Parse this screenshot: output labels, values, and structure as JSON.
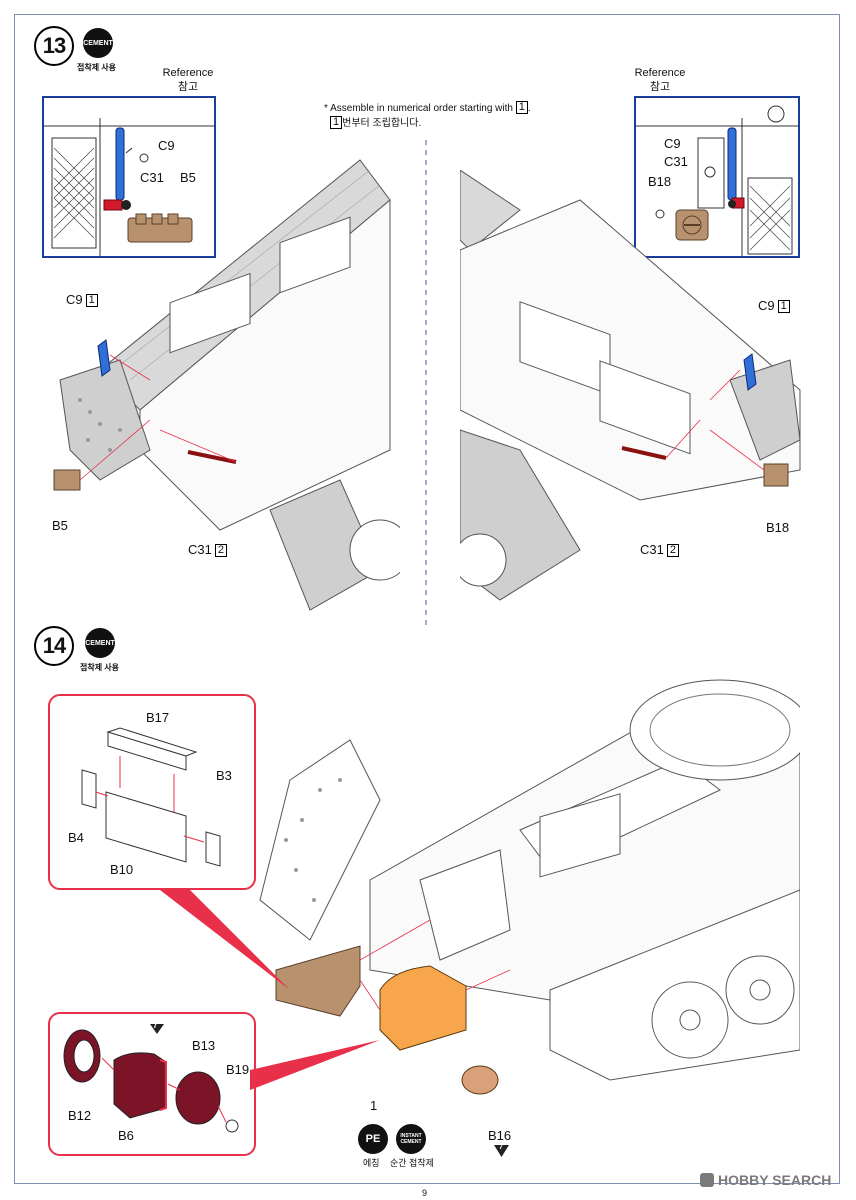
{
  "step13": {
    "number": "13",
    "cement_icon": "CEMENT",
    "cement_label": "접착제 사용",
    "note_line1": "* Assemble in numerical order starting with ",
    "note_num": "1",
    "note_line1_end": ".",
    "note_line2_num": "1",
    "note_line2": "번부터 조립합니다.",
    "left_ref": {
      "title": "Reference",
      "title_ko": "참고",
      "labels": {
        "c9": "C9",
        "c31": "C31",
        "b5": "B5"
      }
    },
    "right_ref": {
      "title": "Reference",
      "title_ko": "참고",
      "labels": {
        "c9": "C9",
        "c31": "C31",
        "b18": "B18"
      }
    },
    "left_parts": {
      "c9": "C9",
      "c9_num": "1",
      "b5": "B5",
      "c31": "C31",
      "c31_num": "2"
    },
    "right_parts": {
      "c9": "C9",
      "c9_num": "1",
      "b18": "B18",
      "c31": "C31",
      "c31_num": "2"
    }
  },
  "step14": {
    "number": "14",
    "cement_icon": "CEMENT",
    "cement_label": "접착제 사용",
    "upper_box": {
      "b17": "B17",
      "b3": "B3",
      "b4": "B4",
      "b10": "B10"
    },
    "lower_box": {
      "b13": "B13",
      "b19": "B19",
      "b12": "B12",
      "b6": "B6",
      "marker": "7"
    },
    "part1": "1",
    "pe_badge": "PE",
    "pe_label": "에칭",
    "instant_badge_line1": "INSTANT",
    "instant_badge_line2": "CEMENT",
    "instant_label": "순간 접착제",
    "b16": "B16",
    "b16_marker": "7"
  },
  "page_number": "9",
  "watermark": "HOBBY SEARCH",
  "colors": {
    "frame": "#7b8fb3",
    "reference_box": "#1b3d9c",
    "detail_box": "#e8304a",
    "part_blue": "#2f6fd6",
    "part_red": "#d41a2a",
    "part_tan": "#b8926f",
    "part_orange": "#f7a64b",
    "part_maroon": "#7a1426"
  }
}
